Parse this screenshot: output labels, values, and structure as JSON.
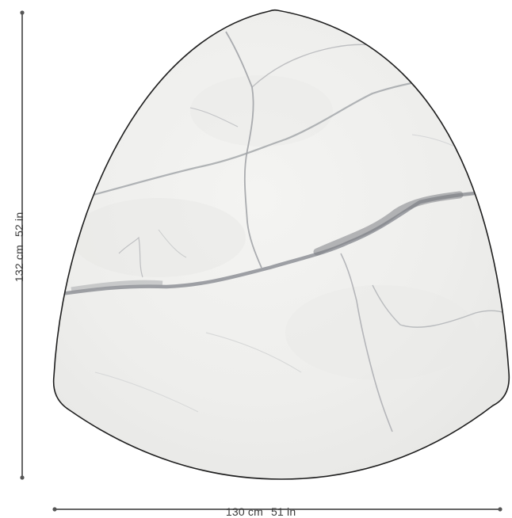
{
  "product": {
    "shape": "rounded triangular marble tabletop",
    "material_colors": {
      "base": "#f1f1ef",
      "vein_dark": "#8e9196",
      "vein_light": "#c9cbcd",
      "outline": "#1e1e1e"
    }
  },
  "dimensions": {
    "width_cm": "130 cm",
    "width_in": "51 in",
    "height_cm": "132 cm",
    "height_in": "52 in",
    "line_color": "#666666"
  }
}
